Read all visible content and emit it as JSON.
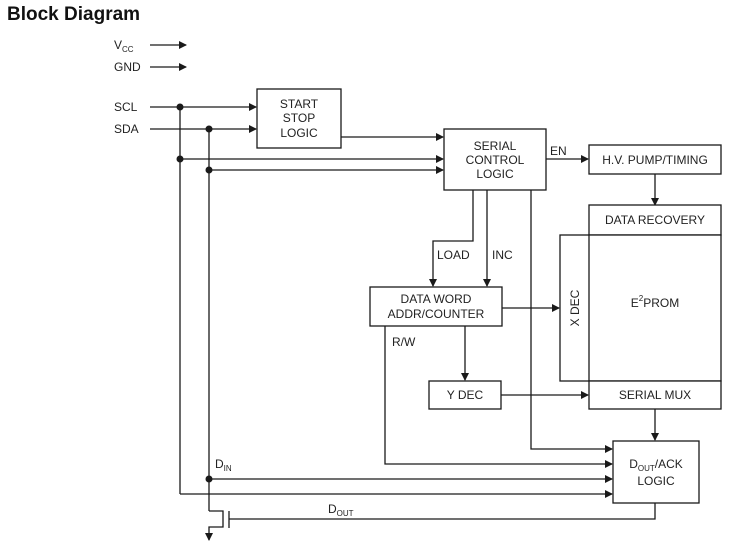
{
  "title": "Block Diagram",
  "pins": {
    "vcc": {
      "main": "V",
      "sub": "CC"
    },
    "gnd": "GND",
    "scl": "SCL",
    "sda": "SDA"
  },
  "blocks": {
    "start_stop": [
      "START",
      "STOP",
      "LOGIC"
    ],
    "serial_control": [
      "SERIAL",
      "CONTROL",
      "LOGIC"
    ],
    "hv_pump": "H.V. PUMP/TIMING",
    "data_recovery": "DATA RECOVERY",
    "eeprom": {
      "main": "E",
      "sup": "2",
      "rest": "PROM"
    },
    "x_dec": "X DEC",
    "data_word": [
      "DATA WORD",
      "ADDR/COUNTER"
    ],
    "y_dec": "Y DEC",
    "serial_mux": "SERIAL MUX",
    "dout_ack": {
      "line1_main": "D",
      "line1_sub": "OUT",
      "line1_rest": "/ACK",
      "line2": "LOGIC"
    }
  },
  "signals": {
    "en": "EN",
    "load": "LOAD",
    "inc": "INC",
    "rw": "R/W",
    "din": {
      "main": "D",
      "sub": "IN"
    },
    "dout": {
      "main": "D",
      "sub": "OUT"
    }
  }
}
